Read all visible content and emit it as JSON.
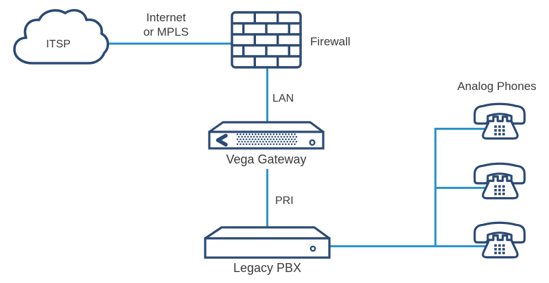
{
  "colors": {
    "outline": "#2B4A74",
    "connector": "#2A94CE",
    "text": "#3A3A3A",
    "background": "#FFFFFF"
  },
  "nodes": {
    "itsp": {
      "label": "ITSP",
      "icon": "cloud-icon"
    },
    "firewall": {
      "label": "Firewall",
      "icon": "firewall-brick-icon"
    },
    "vega_gateway": {
      "label": "Vega Gateway",
      "icon": "gateway-device-icon"
    },
    "legacy_pbx": {
      "label": "Legacy PBX",
      "icon": "pbx-device-icon"
    },
    "analog_phones": {
      "label": "Analog Phones",
      "icon": "telephone-icon",
      "count": 3
    }
  },
  "connections": {
    "itsp_firewall": {
      "label_line1": "Internet",
      "label_line2": "or MPLS"
    },
    "firewall_gateway": {
      "label": "LAN"
    },
    "gateway_pbx": {
      "label": "PRI"
    },
    "pbx_phones": {
      "label": ""
    }
  }
}
